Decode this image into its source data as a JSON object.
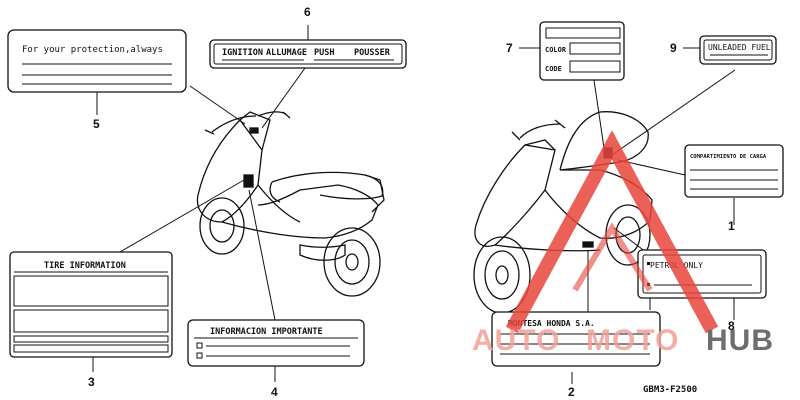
{
  "diagram_code": "GBM3-F2500",
  "labels": {
    "l5": {
      "callout": "5",
      "text": "For your protection,always"
    },
    "l6": {
      "callout": "6",
      "col1": "IGNITION",
      "col2": "ALLUMAGE",
      "col3": "PUSH",
      "col4": "POUSSER"
    },
    "l3": {
      "callout": "3",
      "title": "TIRE INFORMATION"
    },
    "l4": {
      "callout": "4",
      "title": "INFORMACION IMPORTANTE"
    },
    "l7": {
      "callout": "7",
      "color": "COLOR",
      "code": "CODE"
    },
    "l9": {
      "callout": "9",
      "text": "UNLEADED FUEL"
    },
    "l1": {
      "callout": "1",
      "title": "COMPARTIMIENTO DE CARGA"
    },
    "l8": {
      "callout": "8",
      "text": "PETROL ONLY"
    },
    "l2": {
      "callout": "2",
      "text": "MONTESA HONDA S.A."
    }
  },
  "watermark": {
    "part1": "AUTO",
    "part2": "MOTO",
    "part3": "HUB",
    "color_main": "#e8463c",
    "color_light": "#f1a09a",
    "color_dark": "#555555"
  }
}
